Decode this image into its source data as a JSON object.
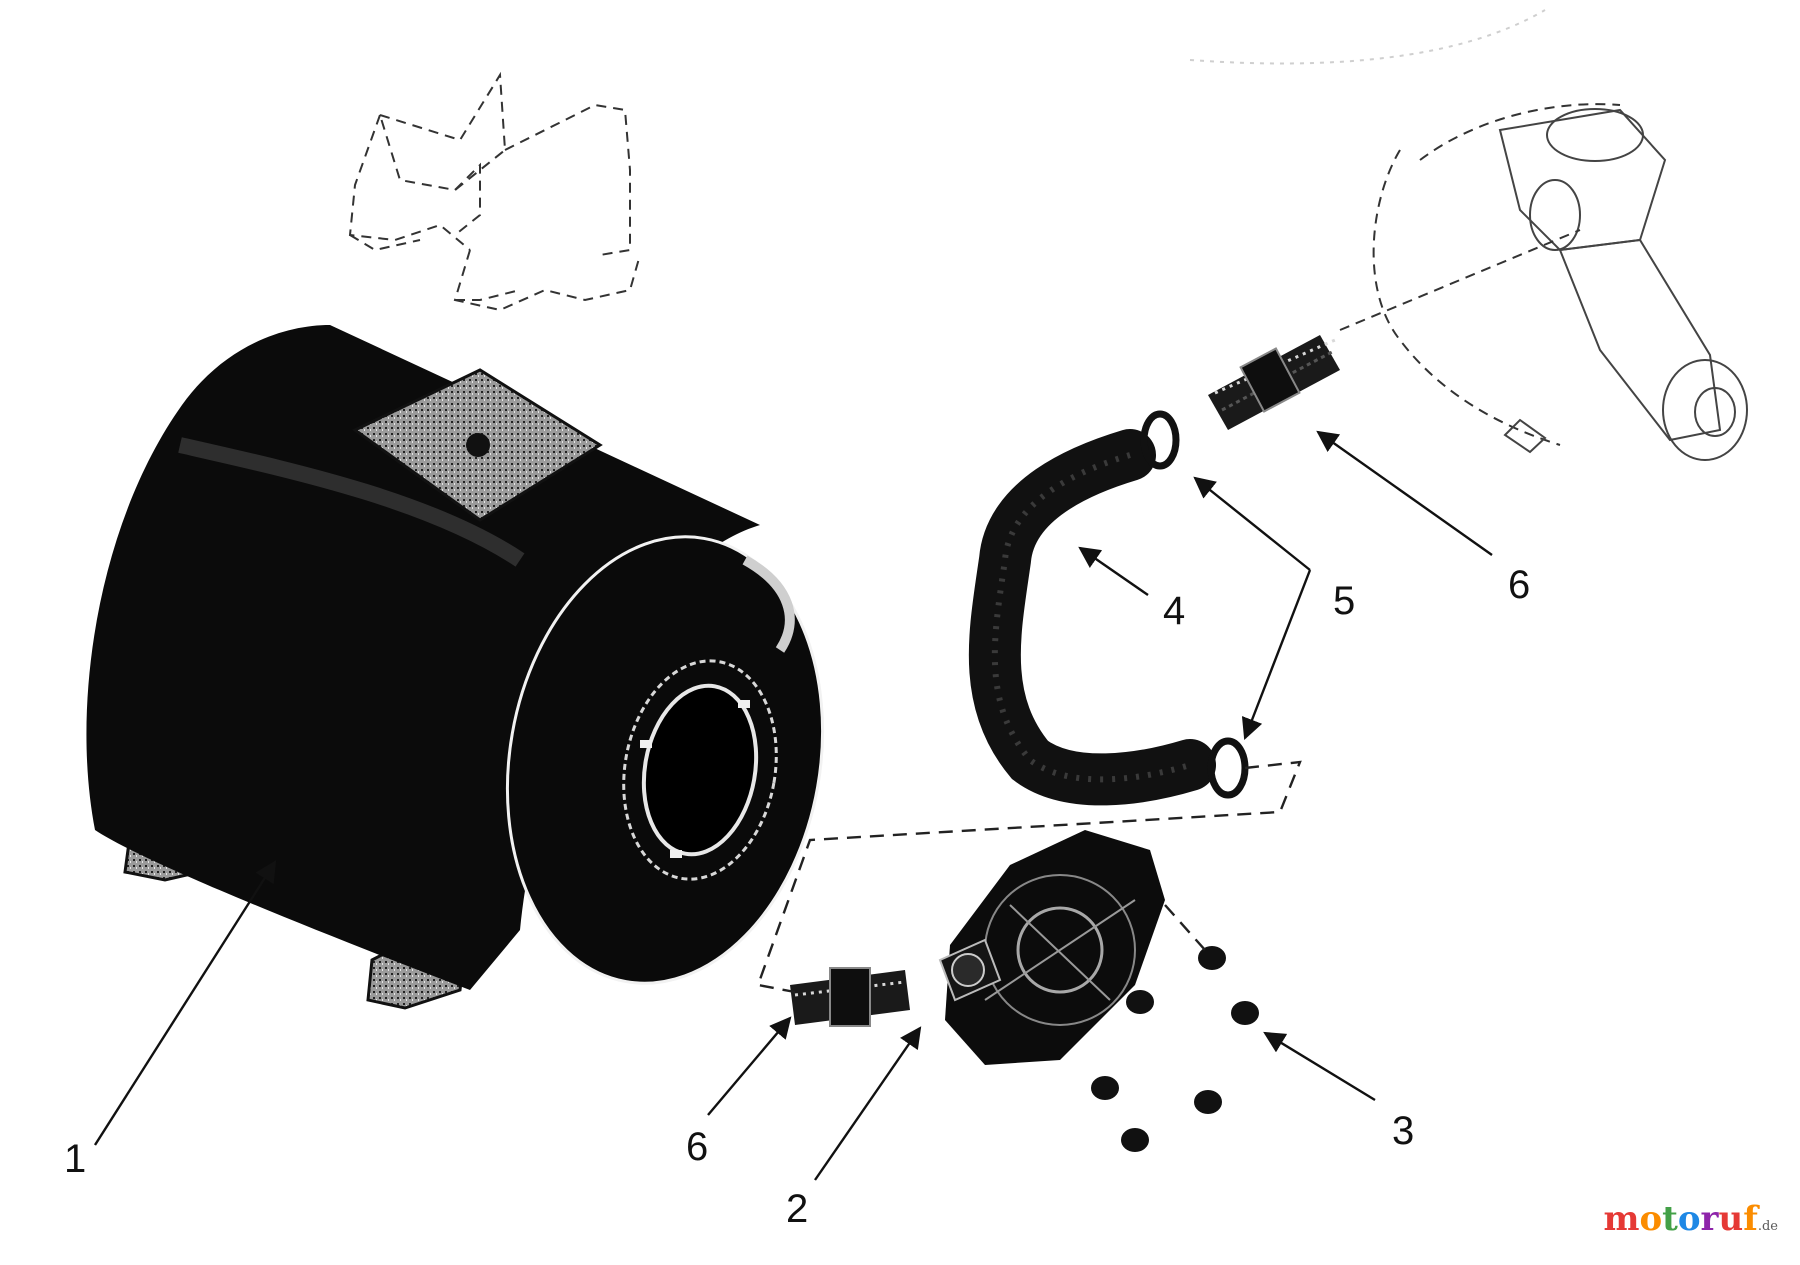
{
  "callouts": {
    "c1": "1",
    "c2": "2",
    "c3": "3",
    "c4": "4",
    "c5": "5",
    "c6_top": "6",
    "c6_bottom": "6"
  },
  "watermark": {
    "brand": "motoruf",
    "suffix": ".de",
    "colors": [
      "#e53935",
      "#fb8c00",
      "#43a047",
      "#1e88e5",
      "#8e24aa"
    ]
  }
}
